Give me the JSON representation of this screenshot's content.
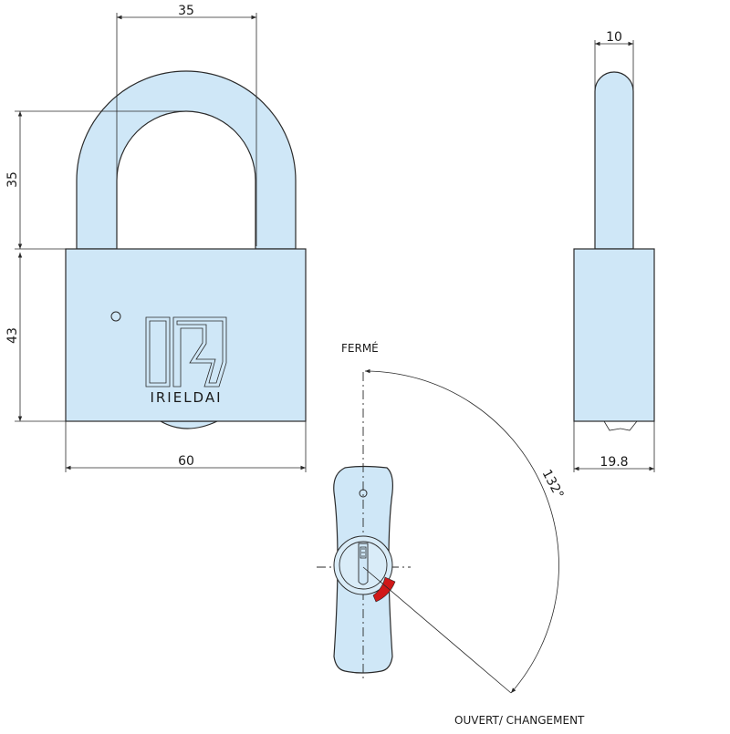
{
  "dimensions": {
    "shackle_width": "35",
    "shackle_height": "35",
    "body_height": "43",
    "body_width": "60",
    "shackle_thickness": "10",
    "body_depth": "19.8",
    "rotation_angle": "132°"
  },
  "labels": {
    "closed": "FERMÉ",
    "open_change": "OUVERT/ CHANGEMENT"
  },
  "brand": {
    "name": "IRIELDAI"
  },
  "colors": {
    "body_fill": "#cfe7f7",
    "outline": "#2a2a2a",
    "indicator_red": "#d01818"
  }
}
